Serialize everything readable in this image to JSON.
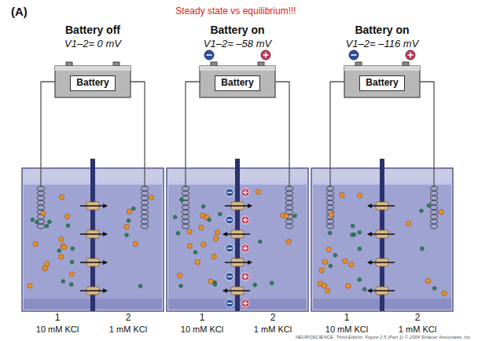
{
  "diagram": {
    "nodes": [
      {
        "text": [
          "Battery"
        ]
      },
      {
        "text": [
          "Battery"
        ]
      },
      {
        "text": [
          "Battery"
        ]
      }
    ],
    "labels": [
      "(A)",
      "Steady state vs equilibrium!!!",
      "Battery off",
      "V1–2= 0 mV",
      "Battery on",
      "V1–2= –58 mV",
      "Battery on",
      "V1–2= –116 mV",
      "1",
      "2",
      "1",
      "2",
      "1",
      "2",
      "10 mM KCl",
      "1 mM KCl",
      "10 mM KCl",
      "1 mM KCl",
      "10 mM KCl",
      "1 mM KCl",
      "NEUROSCIENCE, Third Edition, Figure 2.5 (Part 1) © 2004 Sinauer Associates, Inc."
    ]
  }
}
